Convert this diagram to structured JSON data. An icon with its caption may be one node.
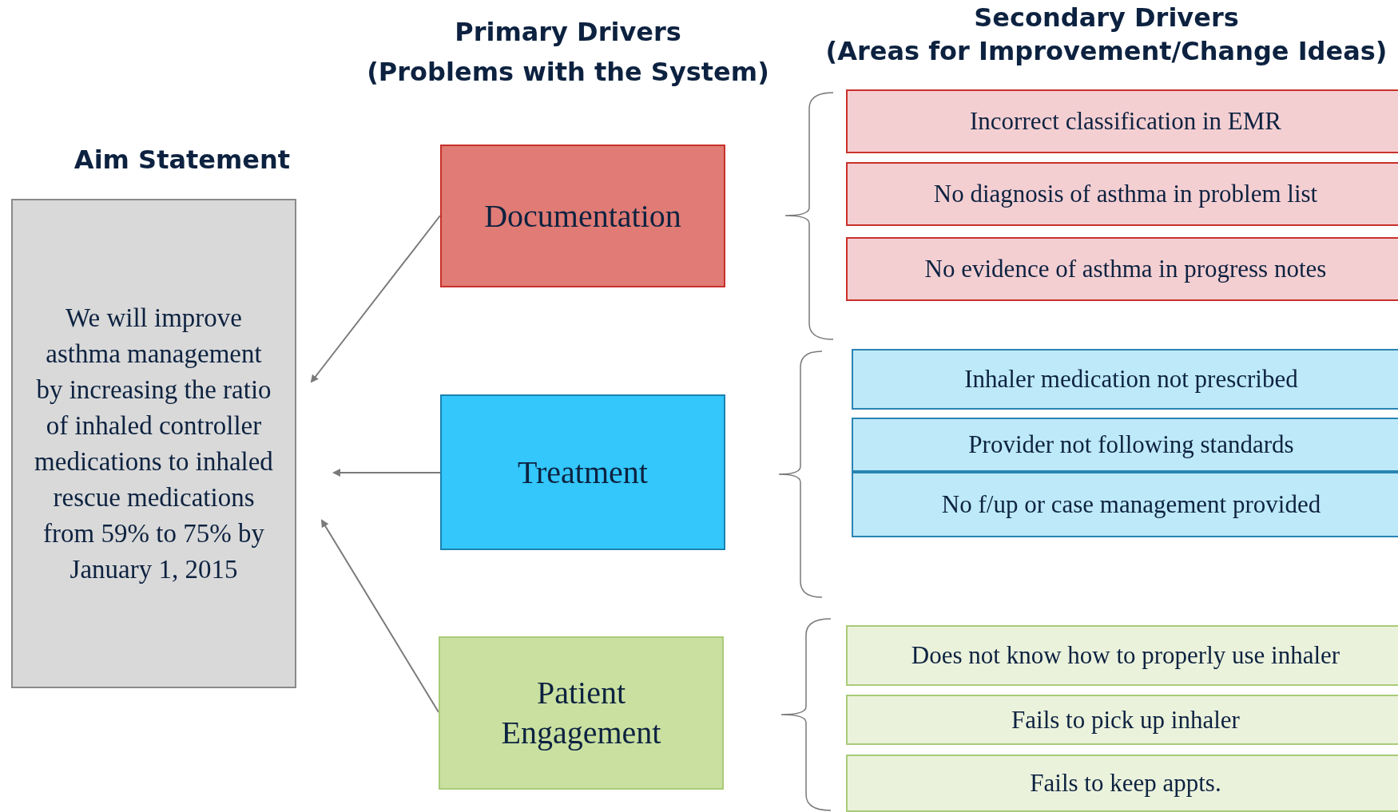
{
  "diagram": {
    "nodes": [
      {
        "text": [
          "We will improve asthma management by increasing the ratio of inhaled controller medications to inhaled rescue medications from 59% to 75% by January 1, 2015"
        ]
      },
      {
        "text": [
          "Documentation"
        ]
      },
      {
        "text": [
          "Treatment"
        ]
      },
      {
        "text": [
          "Patient Engagement"
        ]
      },
      {
        "text": [
          "Incorrect classification in EMR"
        ]
      },
      {
        "text": [
          "No diagnosis of asthma in problem list"
        ]
      },
      {
        "text": [
          "No evidence of asthma in progress notes"
        ]
      },
      {
        "text": [
          "Inhaler medication not prescribed"
        ]
      },
      {
        "text": [
          "Provider not following standards"
        ]
      },
      {
        "text": [
          "No f/up or case management provided"
        ]
      },
      {
        "text": [
          "Does not know how to properly use inhaler"
        ]
      },
      {
        "text": [
          "Fails to pick up inhaler"
        ]
      },
      {
        "text": [
          "Fails to keep appts."
        ]
      }
    ],
    "edges": [
      {
        "from": 1,
        "to": 0,
        "arrow": "to"
      },
      {
        "from": 2,
        "to": 0,
        "arrow": "to"
      },
      {
        "from": 3,
        "to": 0,
        "arrow": "to"
      }
    ],
    "labels": [
      "Secondary Drivers",
      "(Areas for Improvement/Change Ideas)",
      "Primary Drivers",
      "(Problems with the System)",
      "Aim Statement"
    ]
  }
}
